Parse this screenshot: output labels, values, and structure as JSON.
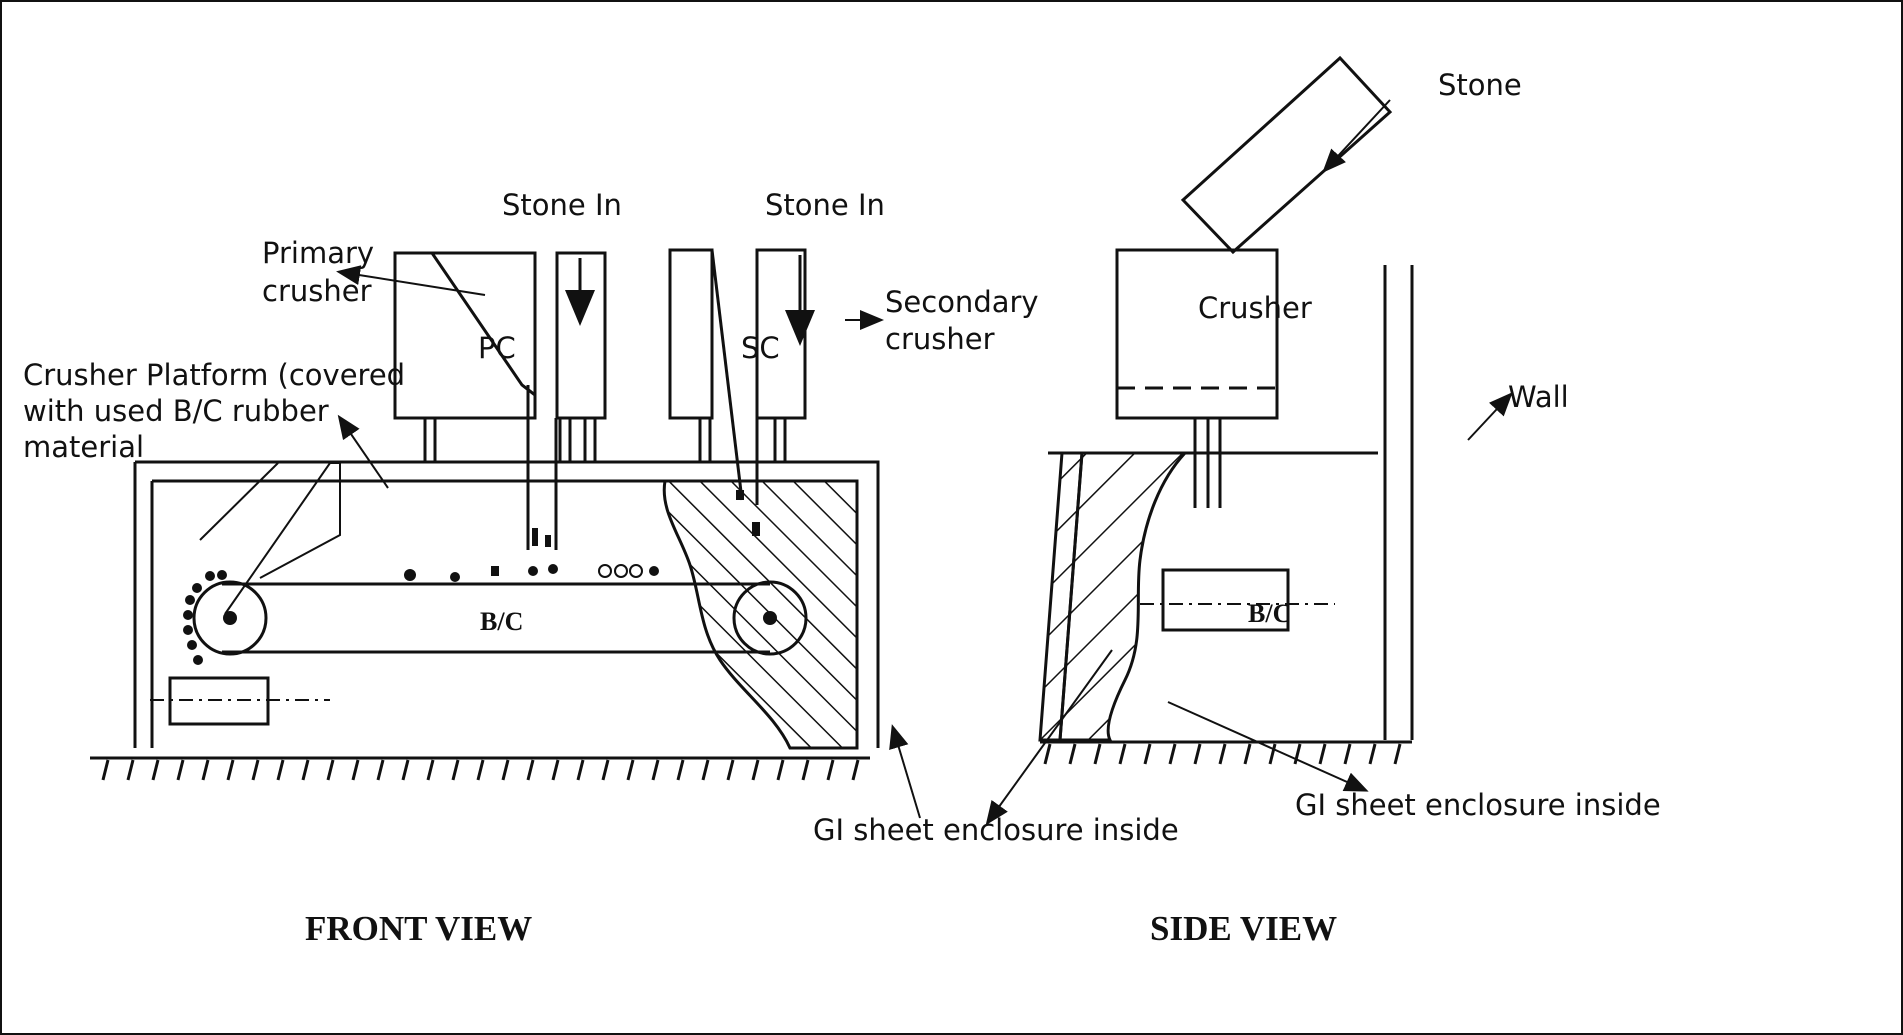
{
  "labels": {
    "stone_in_1": "Stone In",
    "stone_in_2": "Stone In",
    "primary_crusher": [
      "Primary",
      "crusher"
    ],
    "secondary_crusher": [
      "Secondary",
      "crusher"
    ],
    "pc": "PC",
    "sc": "SC",
    "platform": [
      "Crusher Platform (covered",
      "with used B/C rubber",
      "material"
    ],
    "bc_front": "B/C",
    "bc_side": "B/C",
    "gi_front": "GI sheet enclosure inside",
    "gi_side": "GI sheet enclosure inside",
    "stone": "Stone",
    "crusher": "Crusher",
    "wall": "Wall",
    "front_view": "FRONT VIEW",
    "side_view": "SIDE VIEW"
  }
}
